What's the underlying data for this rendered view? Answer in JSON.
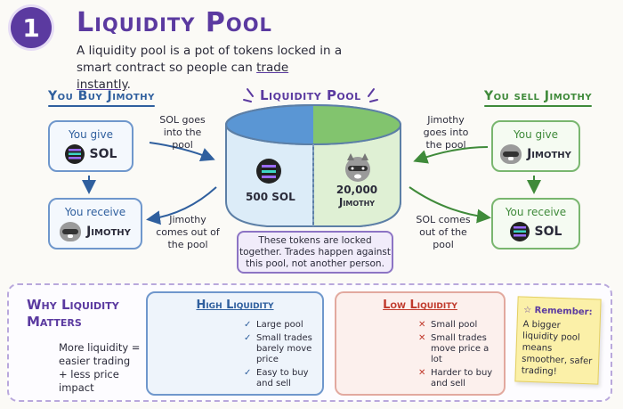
{
  "header": {
    "step": "1",
    "title": "Liquidity Pool",
    "subtitle_part1": "A liquidity pool is a pot of tokens locked in a smart contract so people can ",
    "subtitle_emph": "trade instantly",
    "subtitle_end": "."
  },
  "buy": {
    "heading": "You Buy Jimothy",
    "give_label": "You give",
    "give_token": "SOL",
    "receive_label": "You receive",
    "receive_token": "Jimothy",
    "note_in": "SOL goes into the pool",
    "note_out": "Jimothy comes out of the pool"
  },
  "pool": {
    "heading": "Liquidity Pool",
    "sol_amount": "500 SOL",
    "jim_amount": "20,000",
    "jim_label": "Jimothy",
    "locked_text": "These tokens are locked together. Trades happen against this pool, not another person."
  },
  "sell": {
    "heading": "You sell Jimothy",
    "give_label": "You give",
    "give_token": "Jimothy",
    "receive_label": "You receive",
    "receive_token": "SOL",
    "note_in": "Jimothy goes into the pool",
    "note_out": "SOL comes out of the pool"
  },
  "why": {
    "title": "Why Liquidity Matters",
    "text": "More liquidity = easier trading + less price impact"
  },
  "high": {
    "title": "High Liquidity",
    "items": [
      "Large pool",
      "Small trades barely move price",
      "Easy to buy and sell"
    ]
  },
  "low": {
    "title": "Low Liquidity",
    "items": [
      "Small pool",
      "Small trades move price a lot",
      "Harder to buy and sell"
    ]
  },
  "remember": {
    "title": "Remember:",
    "text": "A bigger liquidity pool means smoother, safer trading!"
  },
  "colors": {
    "purple": "#5b3aa0",
    "blue": "#2f5f9e",
    "green": "#3f8a3a",
    "red": "#c0392b"
  }
}
